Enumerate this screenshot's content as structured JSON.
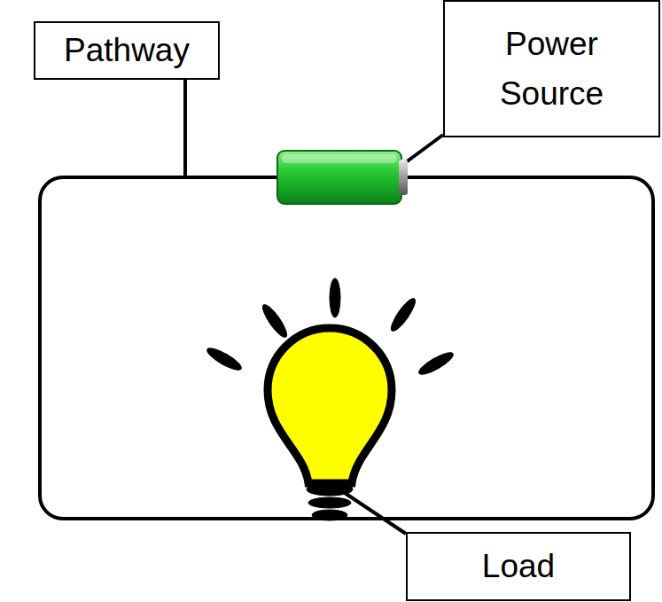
{
  "diagram": {
    "nodes": [
      {
        "text": [
          "Pathway"
        ]
      },
      {
        "text": [
          "Power Source"
        ]
      },
      {
        "text": [
          "Load"
        ]
      }
    ]
  }
}
